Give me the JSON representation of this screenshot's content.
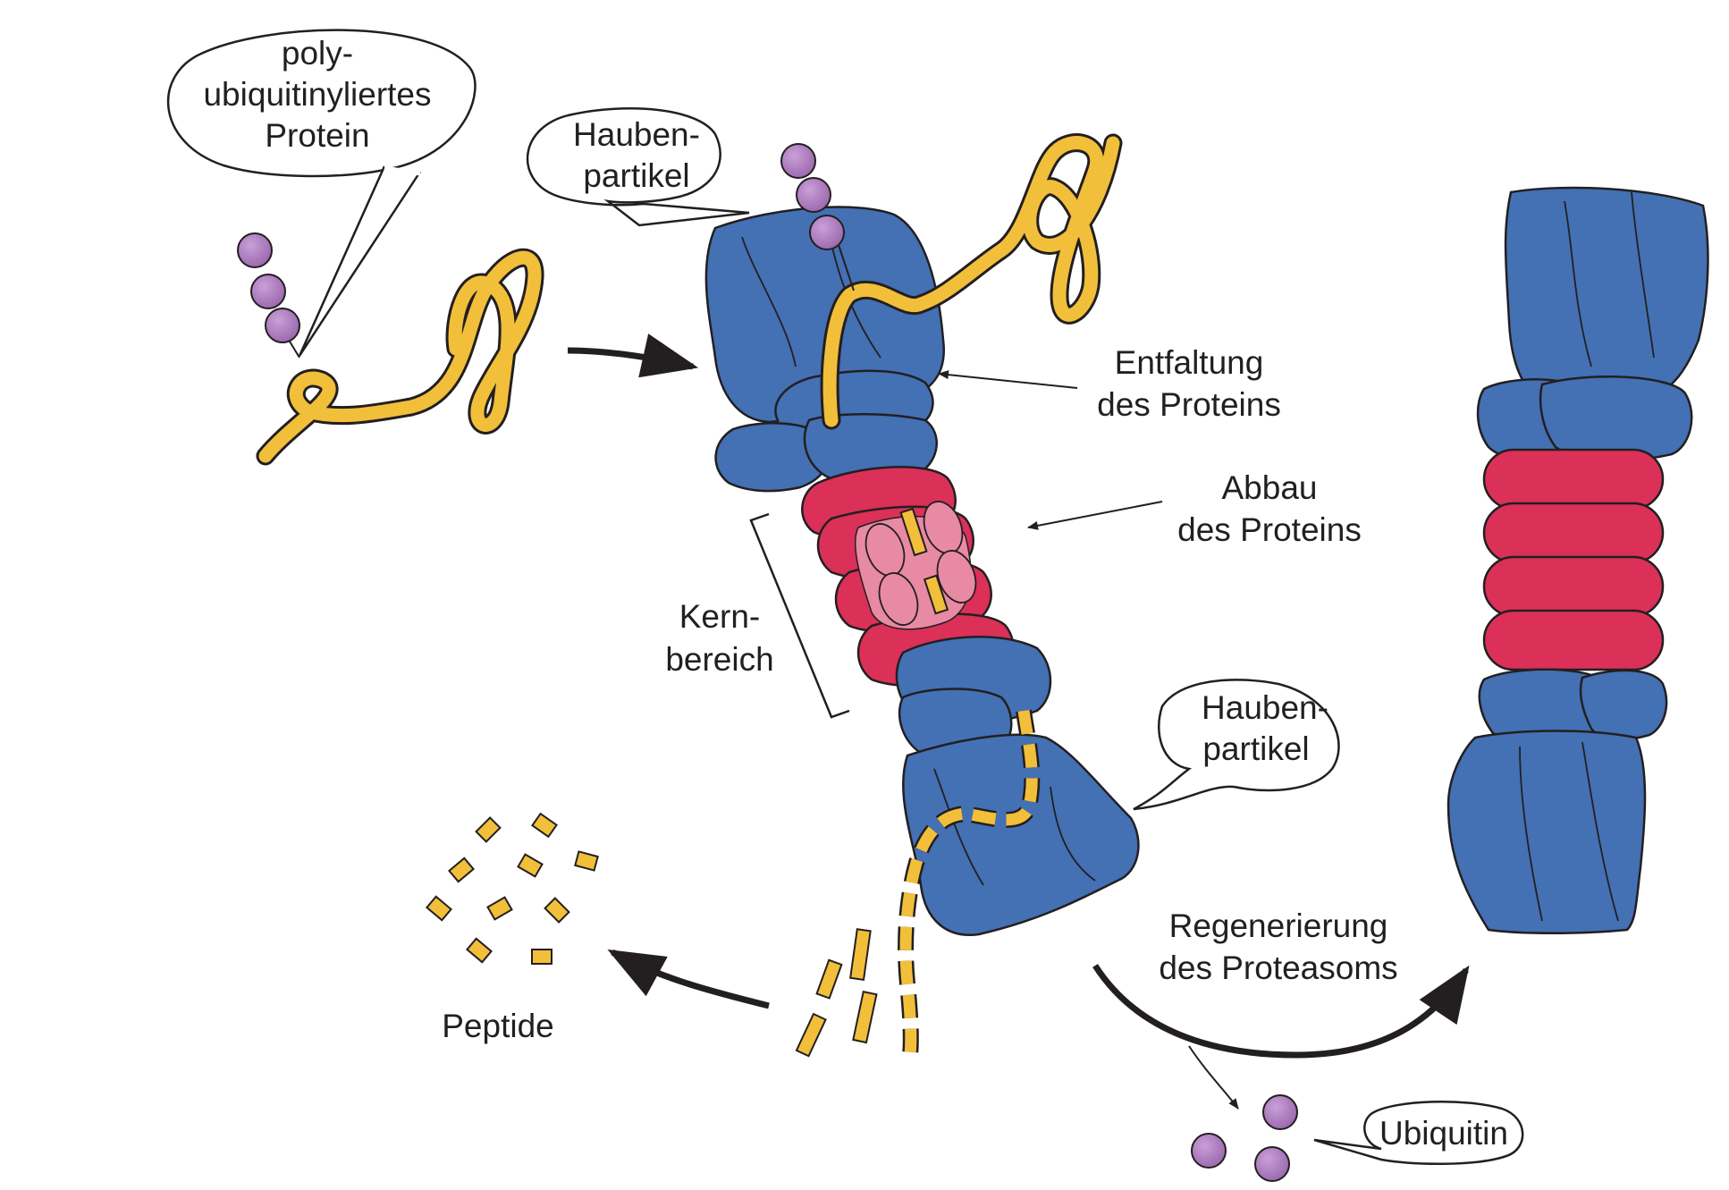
{
  "labels": {
    "poly_1": "poly-",
    "poly_2": "ubiquitinyliertes",
    "poly_3": "Protein",
    "hauben_top_1": "Hauben-",
    "hauben_top_2": "partikel",
    "entfaltung_1": "Entfaltung",
    "entfaltung_2": "des Proteins",
    "abbau_1": "Abbau",
    "abbau_2": "des Proteins",
    "kern_1": "Kern-",
    "kern_2": "bereich",
    "hauben_bottom_1": "Hauben-",
    "hauben_bottom_2": "partikel",
    "peptide": "Peptide",
    "regenerierung_1": "Regenerierung",
    "regenerierung_2": "des Proteasoms",
    "ubiquitin": "Ubiquitin"
  },
  "colors": {
    "cap_blue": "#4470b4",
    "core_red": "#db3058",
    "core_pink": "#e88aa4",
    "protein_yellow": "#f2bf3b",
    "ubiquitin_purple": "#a676b8",
    "outline": "#231f20"
  }
}
